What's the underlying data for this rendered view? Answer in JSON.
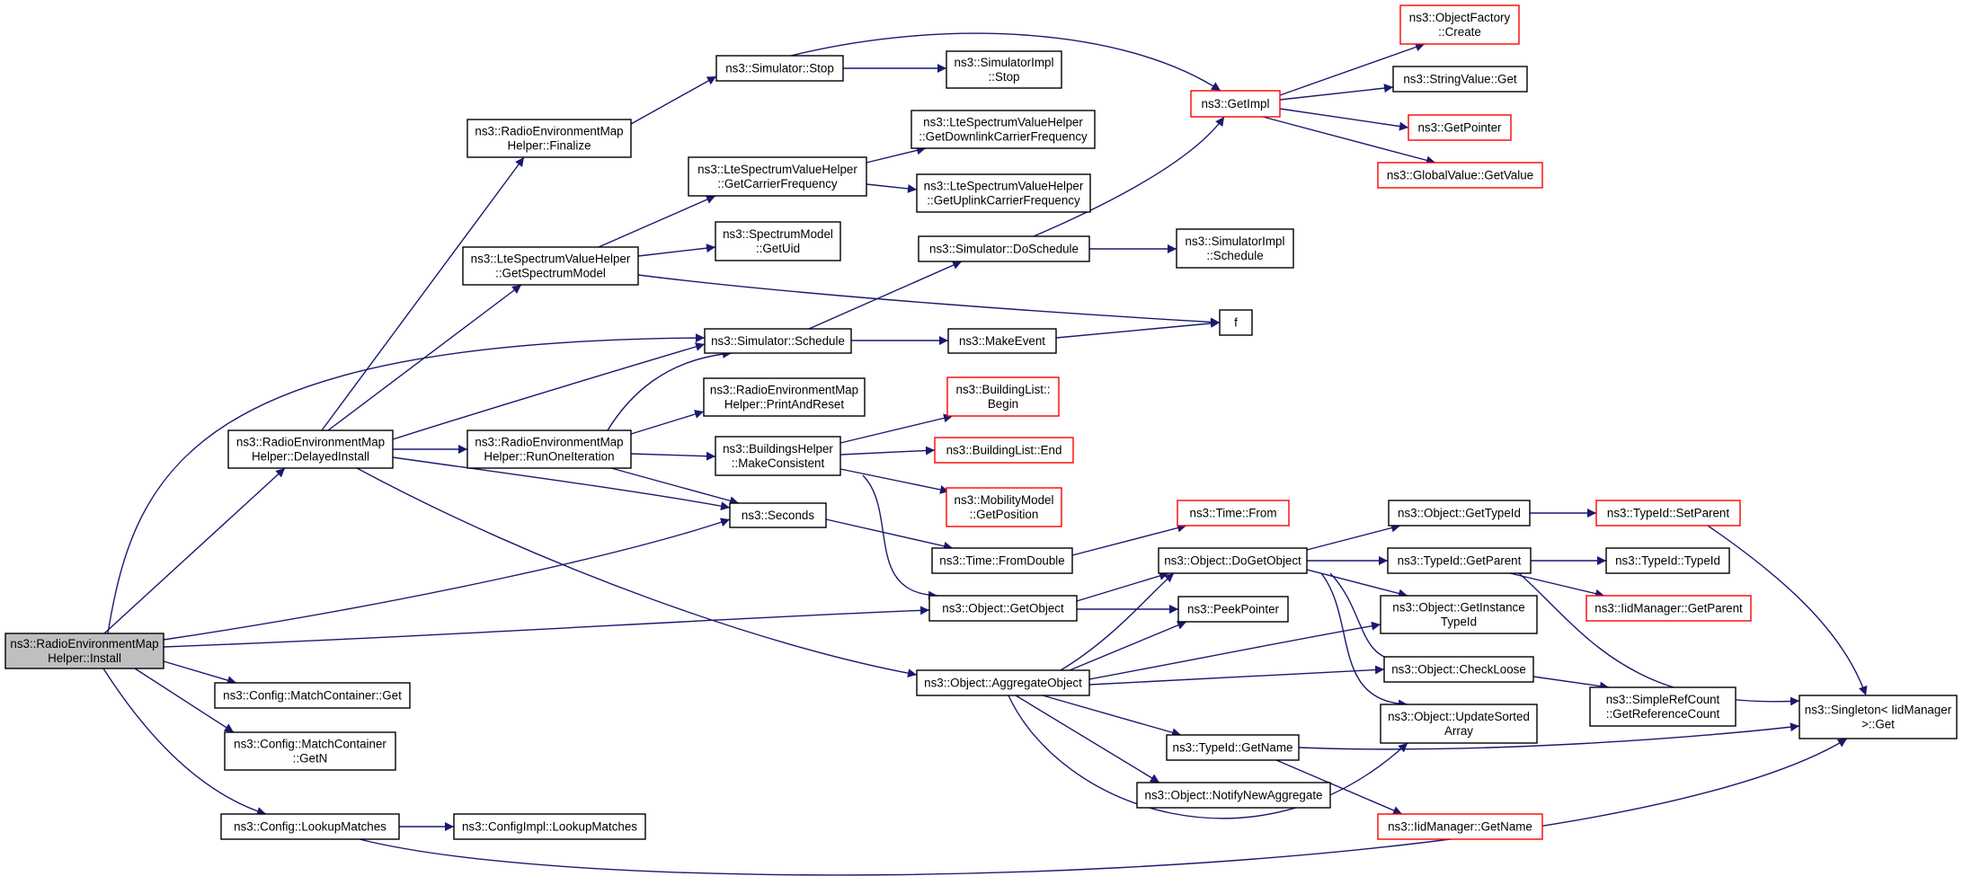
{
  "title": "",
  "colors": {
    "edge": "#191970",
    "root_fill": "#bfbfbf",
    "default_border": "#000000",
    "truncated_border": "#ff0000",
    "node_fill": "#ffffff"
  },
  "nodes": [
    {
      "id": "install",
      "lines": [
        "ns3::RadioEnvironmentMap",
        "Helper::Install"
      ],
      "style": "root"
    },
    {
      "id": "finalize",
      "lines": [
        "ns3::RadioEnvironmentMap",
        "Helper::Finalize"
      ],
      "style": "normal"
    },
    {
      "id": "lte_getspectrummodel",
      "lines": [
        "ns3::LteSpectrumValueHelper",
        "::GetSpectrumModel"
      ],
      "style": "normal"
    },
    {
      "id": "delayedinstall",
      "lines": [
        "ns3::RadioEnvironmentMap",
        "Helper::DelayedInstall"
      ],
      "style": "normal"
    },
    {
      "id": "mc_get",
      "lines": [
        "ns3::Config::MatchContainer::Get"
      ],
      "style": "normal"
    },
    {
      "id": "mc_getn",
      "lines": [
        "ns3::Config::MatchContainer",
        "::GetN"
      ],
      "style": "normal"
    },
    {
      "id": "lookupmatches",
      "lines": [
        "ns3::Config::LookupMatches"
      ],
      "style": "normal"
    },
    {
      "id": "sim_stop",
      "lines": [
        "ns3::Simulator::Stop"
      ],
      "style": "normal"
    },
    {
      "id": "lte_getcarrierfreq",
      "lines": [
        "ns3::LteSpectrumValueHelper",
        "::GetCarrierFrequency"
      ],
      "style": "normal"
    },
    {
      "id": "spectrummodel_getuid",
      "lines": [
        "ns3::SpectrumModel",
        "::GetUid"
      ],
      "style": "normal"
    },
    {
      "id": "sim_schedule",
      "lines": [
        "ns3::Simulator::Schedule"
      ],
      "style": "normal"
    },
    {
      "id": "printandreset",
      "lines": [
        "ns3::RadioEnvironmentMap",
        "Helper::PrintAndReset"
      ],
      "style": "normal"
    },
    {
      "id": "runoneiteration",
      "lines": [
        "ns3::RadioEnvironmentMap",
        "Helper::RunOneIteration"
      ],
      "style": "normal"
    },
    {
      "id": "buildings_makeconsistent",
      "lines": [
        "ns3::BuildingsHelper",
        "::MakeConsistent"
      ],
      "style": "normal"
    },
    {
      "id": "seconds",
      "lines": [
        "ns3::Seconds"
      ],
      "style": "normal"
    },
    {
      "id": "configimpl_lookup",
      "lines": [
        "ns3::ConfigImpl::LookupMatches"
      ],
      "style": "normal"
    },
    {
      "id": "simimpl_stop",
      "lines": [
        "ns3::SimulatorImpl",
        "::Stop"
      ],
      "style": "normal"
    },
    {
      "id": "lte_getdownlink",
      "lines": [
        "ns3::LteSpectrumValueHelper",
        "::GetDownlinkCarrierFrequency"
      ],
      "style": "normal"
    },
    {
      "id": "lte_getuplink",
      "lines": [
        "ns3::LteSpectrumValueHelper",
        "::GetUplinkCarrierFrequency"
      ],
      "style": "normal"
    },
    {
      "id": "sim_doschedule",
      "lines": [
        "ns3::Simulator::DoSchedule"
      ],
      "style": "normal"
    },
    {
      "id": "makeevent",
      "lines": [
        "ns3::MakeEvent"
      ],
      "style": "normal"
    },
    {
      "id": "bl_begin",
      "lines": [
        "ns3::BuildingList::",
        "Begin"
      ],
      "style": "truncated"
    },
    {
      "id": "bl_end",
      "lines": [
        "ns3::BuildingList::End"
      ],
      "style": "truncated"
    },
    {
      "id": "mobility_getposition",
      "lines": [
        "ns3::MobilityModel",
        "::GetPosition"
      ],
      "style": "truncated"
    },
    {
      "id": "time_fromdouble",
      "lines": [
        "ns3::Time::FromDouble"
      ],
      "style": "normal"
    },
    {
      "id": "object_getobject",
      "lines": [
        "ns3::Object::GetObject"
      ],
      "style": "normal"
    },
    {
      "id": "object_aggregate",
      "lines": [
        "ns3::Object::AggregateObject"
      ],
      "style": "normal"
    },
    {
      "id": "getimpl",
      "lines": [
        "ns3::GetImpl"
      ],
      "style": "truncated"
    },
    {
      "id": "simimpl_schedule",
      "lines": [
        "ns3::SimulatorImpl",
        "::Schedule"
      ],
      "style": "normal"
    },
    {
      "id": "f",
      "lines": [
        "f"
      ],
      "style": "normal"
    },
    {
      "id": "time_from",
      "lines": [
        "ns3::Time::From"
      ],
      "style": "truncated"
    },
    {
      "id": "object_dogetobject",
      "lines": [
        "ns3::Object::DoGetObject"
      ],
      "style": "normal"
    },
    {
      "id": "peekpointer",
      "lines": [
        "ns3::PeekPointer"
      ],
      "style": "normal"
    },
    {
      "id": "typeid_getname",
      "lines": [
        "ns3::TypeId::GetName"
      ],
      "style": "normal"
    },
    {
      "id": "object_notifynewaggregate",
      "lines": [
        "ns3::Object::NotifyNewAggregate"
      ],
      "style": "normal"
    },
    {
      "id": "objectfactory_create",
      "lines": [
        "ns3::ObjectFactory",
        "::Create"
      ],
      "style": "truncated"
    },
    {
      "id": "stringvalue_get",
      "lines": [
        "ns3::StringValue::Get"
      ],
      "style": "normal"
    },
    {
      "id": "getpointer",
      "lines": [
        "ns3::GetPointer"
      ],
      "style": "truncated"
    },
    {
      "id": "globalvalue_getvalue",
      "lines": [
        "ns3::GlobalValue::GetValue"
      ],
      "style": "truncated"
    },
    {
      "id": "object_gettypeid",
      "lines": [
        "ns3::Object::GetTypeId"
      ],
      "style": "normal"
    },
    {
      "id": "typeid_getparent",
      "lines": [
        "ns3::TypeId::GetParent"
      ],
      "style": "normal"
    },
    {
      "id": "object_getinstancetypeid",
      "lines": [
        "ns3::Object::GetInstance",
        "TypeId"
      ],
      "style": "normal"
    },
    {
      "id": "object_checkloose",
      "lines": [
        "ns3::Object::CheckLoose"
      ],
      "style": "normal"
    },
    {
      "id": "object_updatesortedarray",
      "lines": [
        "ns3::Object::UpdateSorted",
        "Array"
      ],
      "style": "normal"
    },
    {
      "id": "iidmanager_getname",
      "lines": [
        "ns3::IidManager::GetName"
      ],
      "style": "truncated"
    },
    {
      "id": "typeid_setparent",
      "lines": [
        "ns3::TypeId::SetParent"
      ],
      "style": "truncated"
    },
    {
      "id": "typeid_typeid",
      "lines": [
        "ns3::TypeId::TypeId"
      ],
      "style": "normal"
    },
    {
      "id": "iidmanager_getparent",
      "lines": [
        "ns3::IidManager::GetParent"
      ],
      "style": "truncated"
    },
    {
      "id": "simplerefcount_getref",
      "lines": [
        "ns3::SimpleRefCount",
        "::GetReferenceCount"
      ],
      "style": "normal"
    },
    {
      "id": "singleton_get",
      "lines": [
        "ns3::Singleton< IidManager",
        ">::Get"
      ],
      "style": "normal"
    }
  ]
}
